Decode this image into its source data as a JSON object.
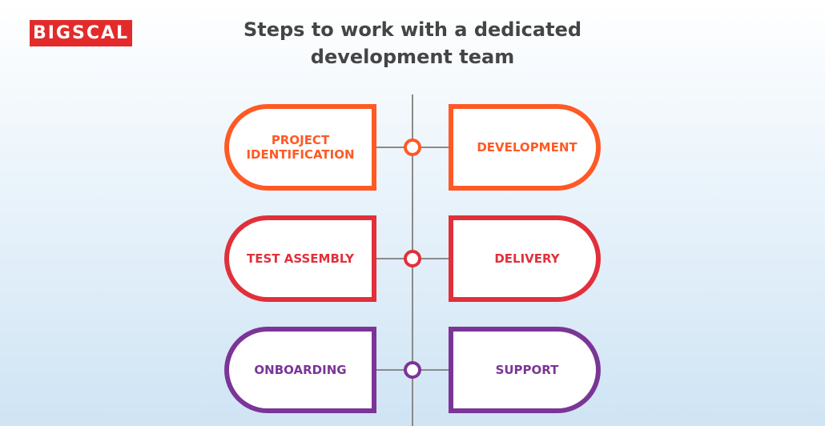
{
  "brand": {
    "logo_text": "BIGSCAL",
    "color": "#e32b2b"
  },
  "title": {
    "line1": "Steps to work with a dedicated",
    "line2": "development team"
  },
  "steps": [
    {
      "left": [
        "PROJECT",
        "IDENTIFICATION"
      ],
      "right": [
        "DEVELOPMENT"
      ],
      "color": "#ff5a25"
    },
    {
      "left": [
        "TEST ASSEMBLY"
      ],
      "right": [
        "DELIVERY"
      ],
      "color": "#e2303b"
    },
    {
      "left": [
        "ONBOARDING"
      ],
      "right": [
        "SUPPORT"
      ],
      "color": "#7b3596"
    }
  ],
  "line_color": "#8a8a8a"
}
